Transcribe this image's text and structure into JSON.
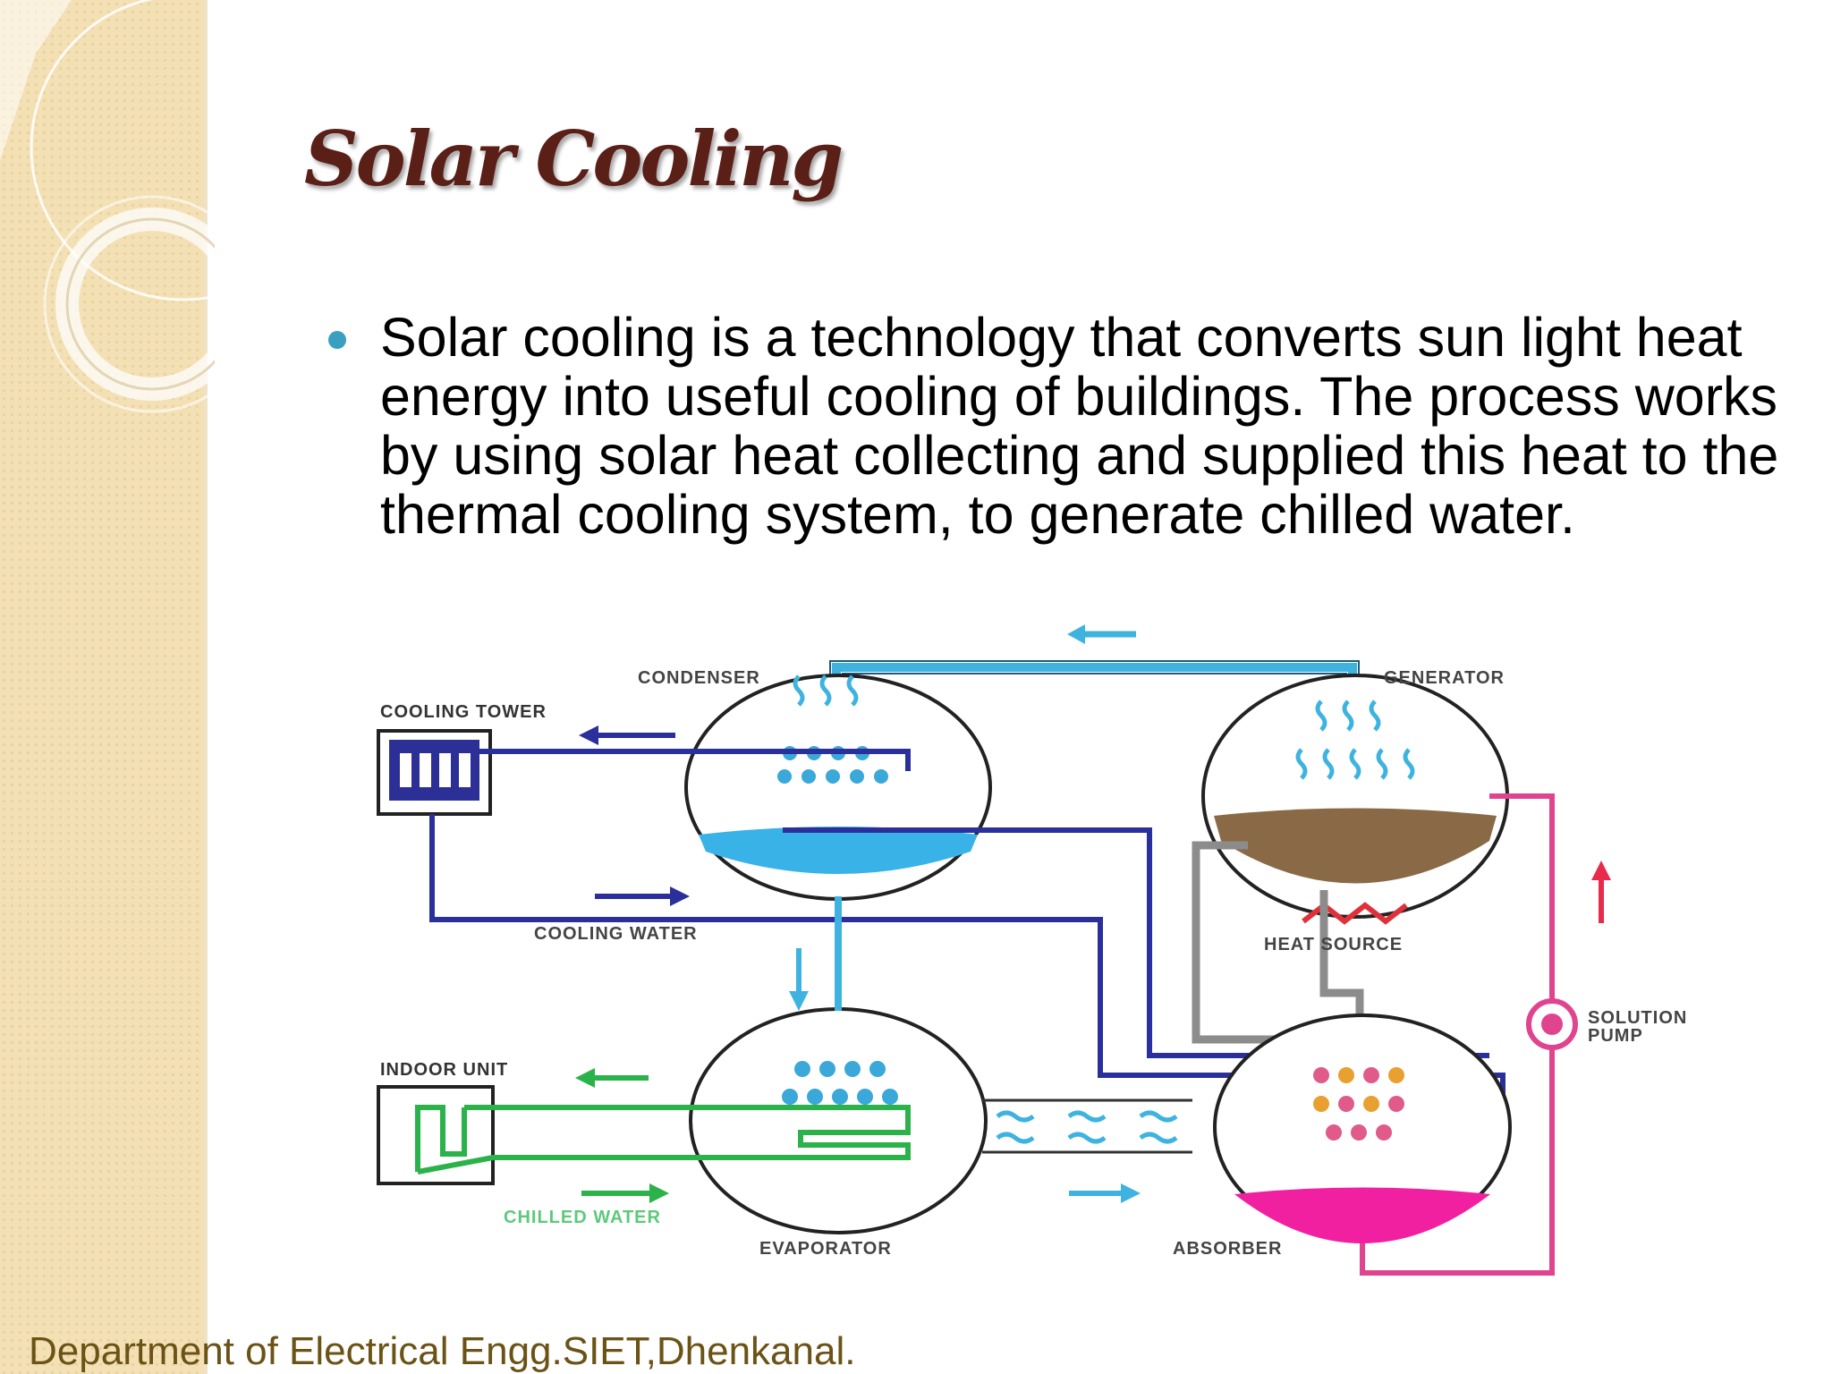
{
  "slide": {
    "title": "Solar Cooling",
    "bullet": "Solar cooling is a technology that converts sun light heat energy into useful cooling of buildings. The process works by using solar heat collecting and supplied this heat to the thermal cooling system, to generate chilled water.",
    "footer": "Department of Electrical Engg.SIET,Dhenkanal."
  },
  "diagram": {
    "labels": {
      "condenser": "CONDENSER",
      "generator": "GENERATOR",
      "cooling_tower": "COOLING TOWER",
      "cooling_water": "COOLING WATER",
      "heat_source": "HEAT SOURCE",
      "solution_pump_line1": "SOLUTION",
      "solution_pump_line2": "PUMP",
      "indoor_unit": "INDOOR UNIT",
      "chilled_water": "CHILLED WATER",
      "evaporator": "EVAPORATOR",
      "absorber": "ABSORBER"
    }
  },
  "colors": {
    "title": "#5a1f17",
    "footer": "#6b5215",
    "bullet": "#3a9fc0",
    "light_blue_pipe": "#3fb3e0",
    "dark_blue_pipe": "#2a2f9c",
    "green_pipe": "#2bb24a",
    "pink_pipe": "#e0448f",
    "gray_pipe": "#8c8c8c",
    "brown_solution": "#8a6a46",
    "magenta_pool": "#f020a0"
  }
}
